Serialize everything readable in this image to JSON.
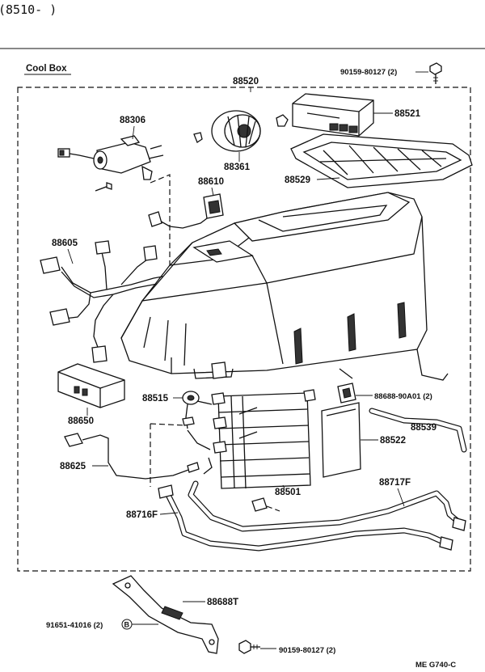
{
  "header": {
    "range_text": "(8510-      )"
  },
  "section_title": "Cool Box",
  "parts": {
    "p88520": "88520",
    "p88306": "88306",
    "p88361": "88361",
    "p88521": "88521",
    "p88529": "88529",
    "p88610": "88610",
    "p88605": "88605",
    "p88650": "88650",
    "p88515": "88515",
    "p88625": "88625",
    "p88688_90A01": "88688-90A01 (2)",
    "p88539": "88539",
    "p88522": "88522",
    "p88501": "88501",
    "p88717F": "88717F",
    "p88716F": "88716F",
    "p88688T": "88688T",
    "p91651": "91651-41016 (2)",
    "p90159_top": "90159-80127 (2)",
    "p90159_bottom": "90159-80127 (2)"
  },
  "ref_mark": "B",
  "footer": {
    "code": "ME  G740-C"
  }
}
